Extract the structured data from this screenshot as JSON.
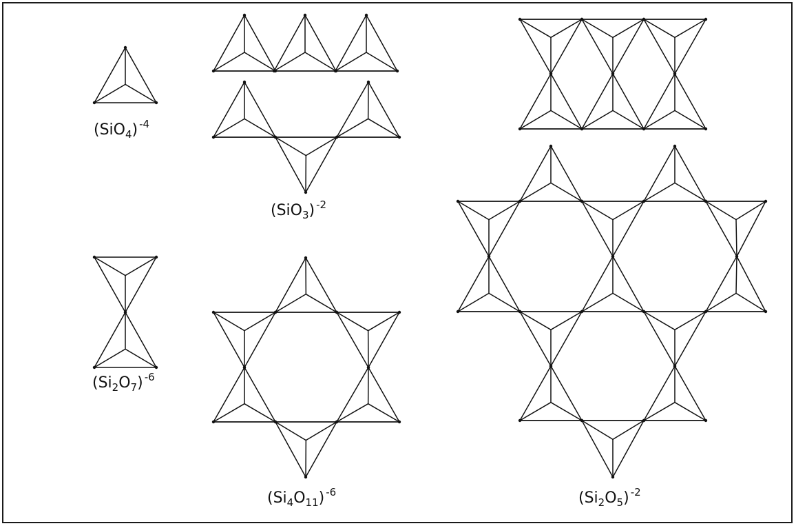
{
  "structures": [
    {
      "id": "sio4",
      "formula": {
        "a": "(SiO",
        "s1": "4",
        "b": ")",
        "s2": "",
        "c": "",
        "charge": "-4"
      }
    },
    {
      "id": "sio3",
      "formula": {
        "a": "(SiO",
        "s1": "3",
        "b": ")",
        "s2": "",
        "c": "",
        "charge": "-2"
      }
    },
    {
      "id": "si2o7",
      "formula": {
        "a": "(Si",
        "s1": "2",
        "b": "O",
        "s2": "7",
        "c": ")",
        "charge": "-6"
      }
    },
    {
      "id": "si4o11",
      "formula": {
        "a": "(Si",
        "s1": "4",
        "b": "O",
        "s2": "11",
        "c": ")",
        "charge": "-6"
      }
    },
    {
      "id": "si2o5",
      "formula": {
        "a": "(Si",
        "s1": "2",
        "b": "O",
        "s2": "5",
        "c": ")",
        "charge": "-2"
      }
    }
  ],
  "colors": {
    "line": "#111111",
    "background": "#ffffff"
  }
}
